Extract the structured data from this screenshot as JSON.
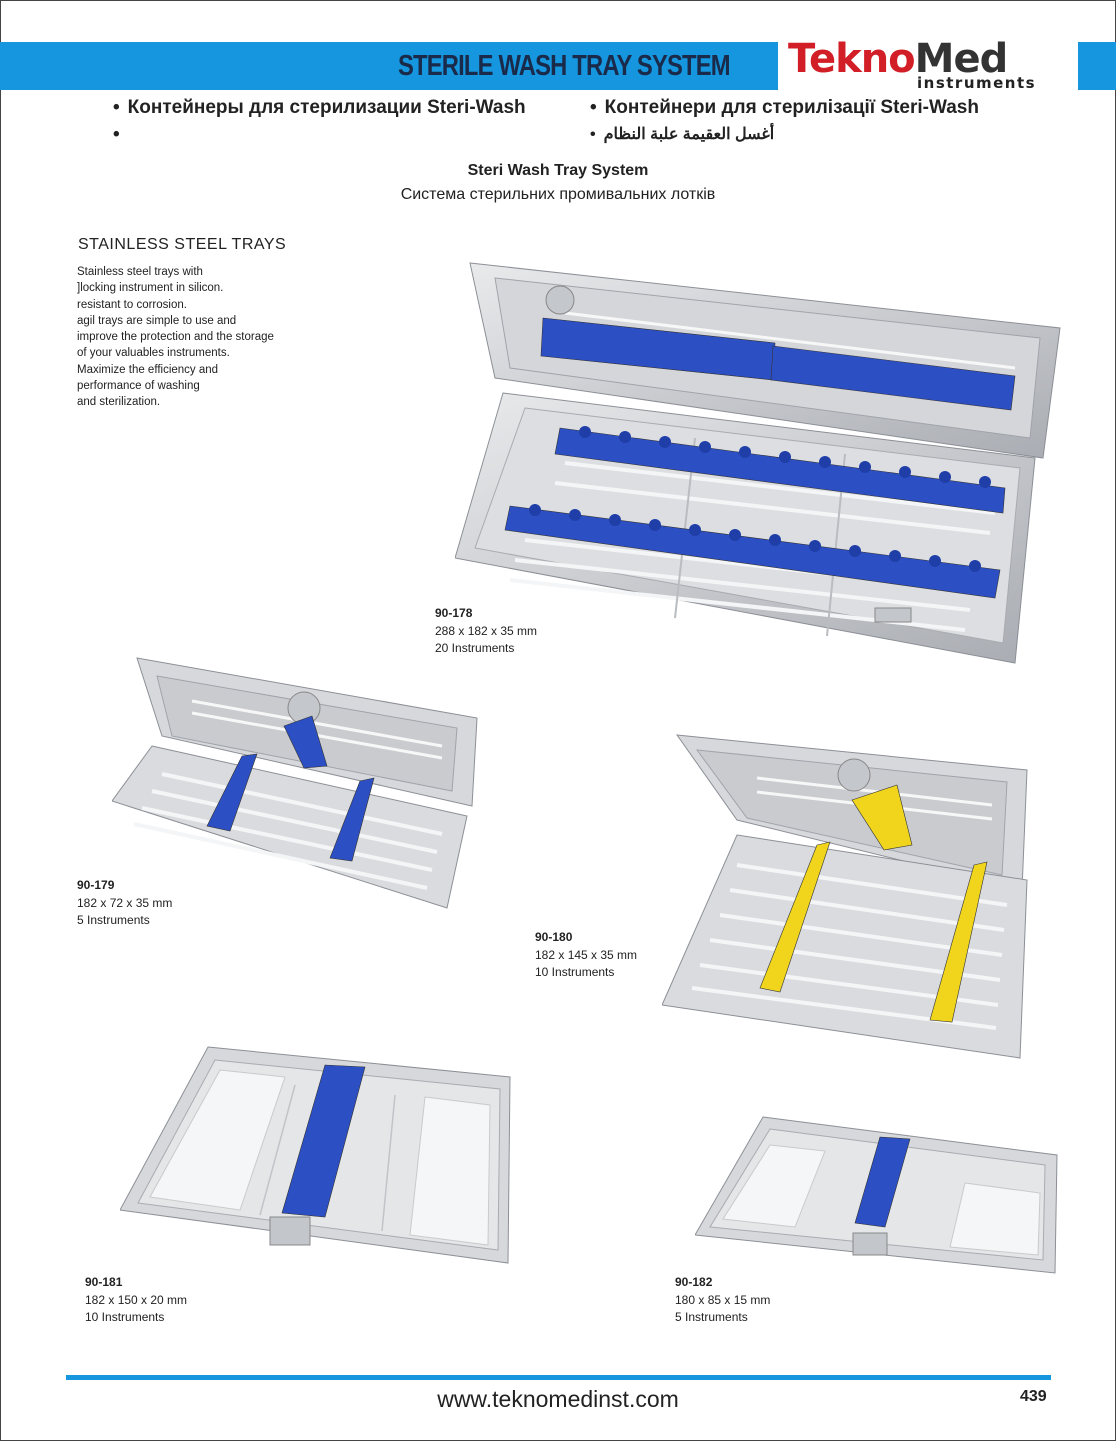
{
  "header": {
    "banner_title": "STERILE WASH TRAY SYSTEM",
    "logo_part1": "Tekno",
    "logo_part2": "Med",
    "logo_sub": "instruments"
  },
  "bullets": {
    "ru": "Контейнеры для стерилизации Steri-Wash",
    "uk": "Контейнери для стерилізації Steri-Wash",
    "empty": "",
    "ar": "أغسل العقيمة علبة النظام"
  },
  "headings": {
    "main": "Steri Wash Tray System",
    "sub": "Система стерильних промивальних лотків"
  },
  "section": {
    "title": "STAINLESS STEEL TRAYS",
    "lines": [
      "Stainless steel trays with",
      "]locking instrument in silicon.",
      "resistant to corrosion.",
      "agil trays are simple to use and",
      "improve the protection and the storage",
      "of your valuables instruments.",
      "Maximize the efficiency and",
      "performance of washing",
      "and sterilization."
    ]
  },
  "products": [
    {
      "code": "90-178",
      "size": "288 x 182 x 35 mm",
      "count": "20 Instruments",
      "holder_color": "#2c4fc4"
    },
    {
      "code": "90-179",
      "size": "182 x 72 x 35 mm",
      "count": "5 Instruments",
      "holder_color": "#2c4fc4"
    },
    {
      "code": "90-180",
      "size": "182 x 145 x 35 mm",
      "count": "10 Instruments",
      "holder_color": "#f0d51c"
    },
    {
      "code": "90-181",
      "size": "182 x 150 x 20 mm",
      "count": "10 Instruments",
      "holder_color": "#2c4fc4"
    },
    {
      "code": "90-182",
      "size": "180 x 85 x 15 mm",
      "count": "5 Instruments",
      "holder_color": "#2c4fc4"
    }
  ],
  "footer": {
    "website": "www.teknomedinst.com",
    "page": "439"
  },
  "colors": {
    "accent": "#1596de",
    "brand_red": "#d21f27"
  }
}
